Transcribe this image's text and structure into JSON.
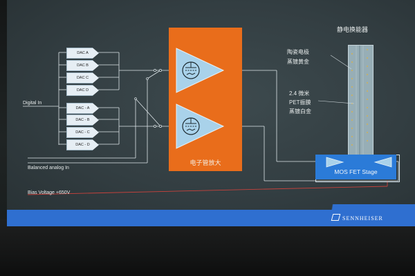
{
  "inputs": {
    "digital": "Digital In",
    "balanced": "Balanced analog In",
    "bias": "Bias Voltage +650V"
  },
  "dacs_top": [
    "DAC A",
    "DAC B",
    "DAC C",
    "DAC D"
  ],
  "dacs_bottom": [
    "DAC - A",
    "DAC - B",
    "DAC - C",
    "DAC - D"
  ],
  "amplifier": {
    "caption": "电子管放大"
  },
  "labels": {
    "electrostatic": "静电换能器",
    "ceramic_1": "陶瓷电极",
    "ceramic_2": "蒸镀黄金",
    "pet_1": "2.4 微米",
    "pet_2": "PET振膜",
    "pet_3": "蒸镀白金",
    "mos": "MOS FET Stage"
  },
  "brand": "SENNHEISER",
  "colors": {
    "orange": "#e96d1b",
    "blue": "#2f6fd0",
    "slide": "#333e42"
  }
}
